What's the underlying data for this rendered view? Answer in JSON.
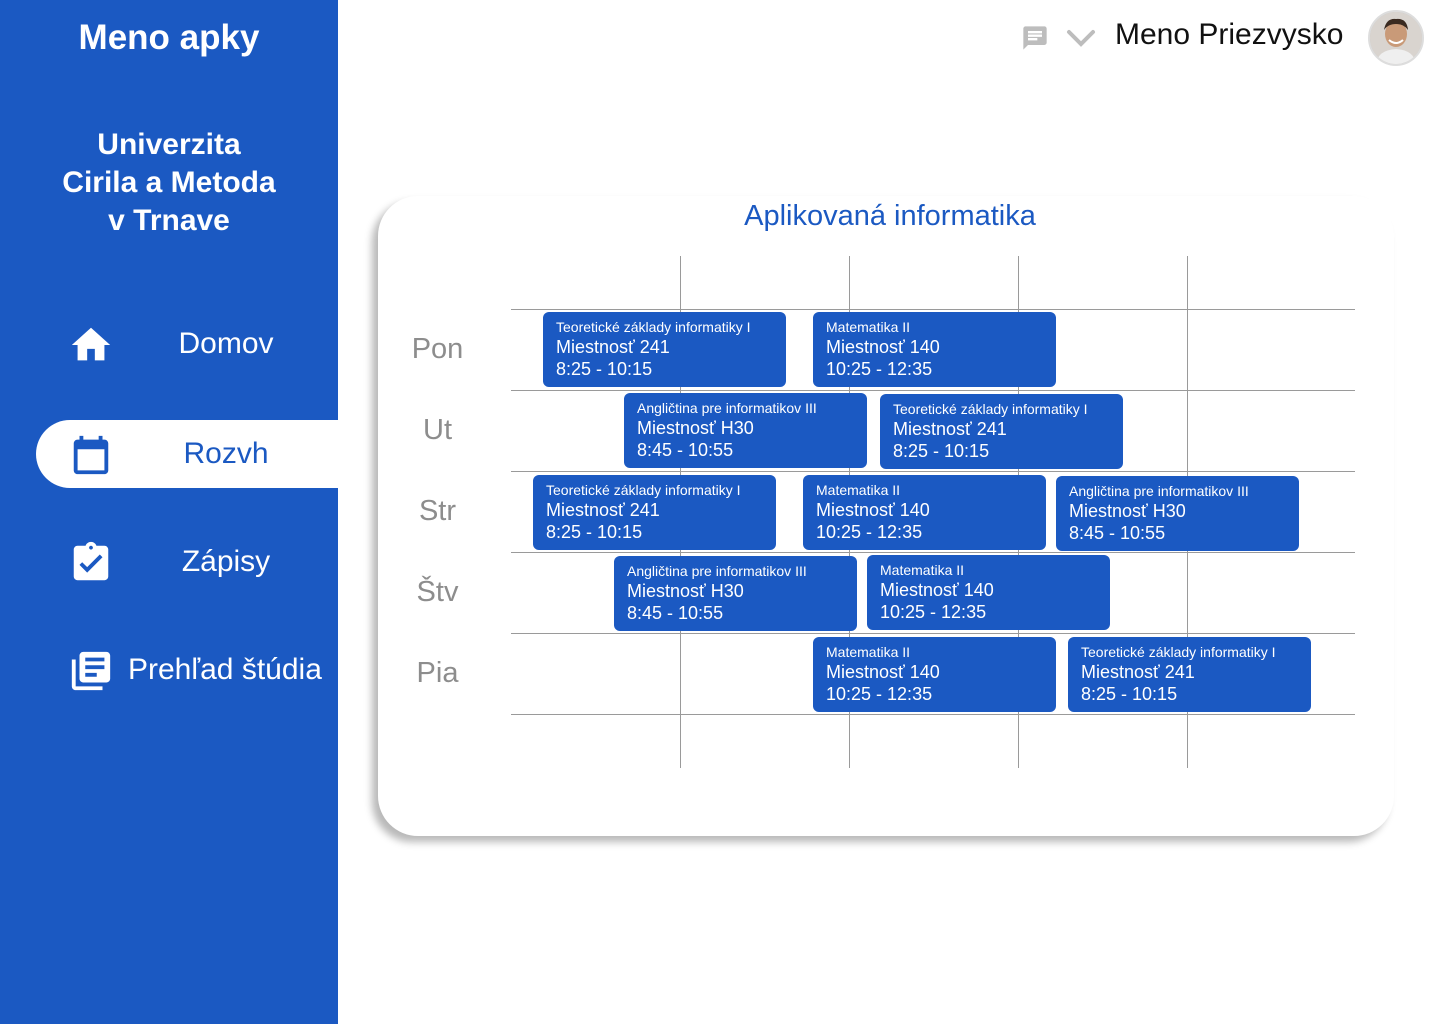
{
  "app": {
    "name": "Meno apky"
  },
  "university": {
    "name": "Univerzita\nCirila a Metoda\nv Trnave"
  },
  "nav": {
    "items": [
      {
        "label": "Domov",
        "icon": "home-icon"
      },
      {
        "label": "Rozvh",
        "icon": "calendar-icon",
        "active": true
      },
      {
        "label": "Zápisy",
        "icon": "clipboard-check-icon"
      },
      {
        "label": "Prehľad štúdia",
        "icon": "list-document-icon"
      }
    ]
  },
  "header": {
    "user_name": "Meno Priezvysko",
    "icons": [
      "message-icon",
      "chevron-down-icon",
      "avatar"
    ]
  },
  "schedule": {
    "title": "Aplikovaná informatika",
    "days": [
      "Pon",
      "Ut",
      "Str",
      "Štv",
      "Pia"
    ],
    "events": [
      {
        "day": "Pon",
        "title": "Teoretické základy informatiky I",
        "room": "Miestnosť 241",
        "time": "8:25 - 10:15"
      },
      {
        "day": "Pon",
        "title": "Matematika II",
        "room": "Miestnosť 140",
        "time": "10:25 - 12:35"
      },
      {
        "day": "Ut",
        "title": "Angličtina pre informatikov III",
        "room": "Miestnosť H30",
        "time": "8:45 - 10:55"
      },
      {
        "day": "Ut",
        "title": "Teoretické základy informatiky I",
        "room": "Miestnosť 241",
        "time": "8:25 - 10:15"
      },
      {
        "day": "Str",
        "title": "Teoretické základy informatiky I",
        "room": "Miestnosť 241",
        "time": "8:25 - 10:15"
      },
      {
        "day": "Str",
        "title": "Matematika II",
        "room": "Miestnosť 140",
        "time": "10:25 - 12:35"
      },
      {
        "day": "Str",
        "title": "Angličtina pre informatikov III",
        "room": "Miestnosť H30",
        "time": "8:45 - 10:55"
      },
      {
        "day": "Štv",
        "title": "Angličtina pre informatikov III",
        "room": "Miestnosť H30",
        "time": "8:45 - 10:55"
      },
      {
        "day": "Štv",
        "title": "Matematika II",
        "room": "Miestnosť 140",
        "time": "10:25 - 12:35"
      },
      {
        "day": "Pia",
        "title": "Matematika II",
        "room": "Miestnosť 140",
        "time": "10:25 - 12:35"
      },
      {
        "day": "Pia",
        "title": "Teoretické základy informatiky I",
        "room": "Miestnosť 241",
        "time": "8:25 - 10:15"
      }
    ]
  },
  "colors": {
    "primary": "#1b59c2",
    "background": "#ffffff",
    "grid": "#9a9a9a",
    "day_label": "#8d8d8d"
  }
}
